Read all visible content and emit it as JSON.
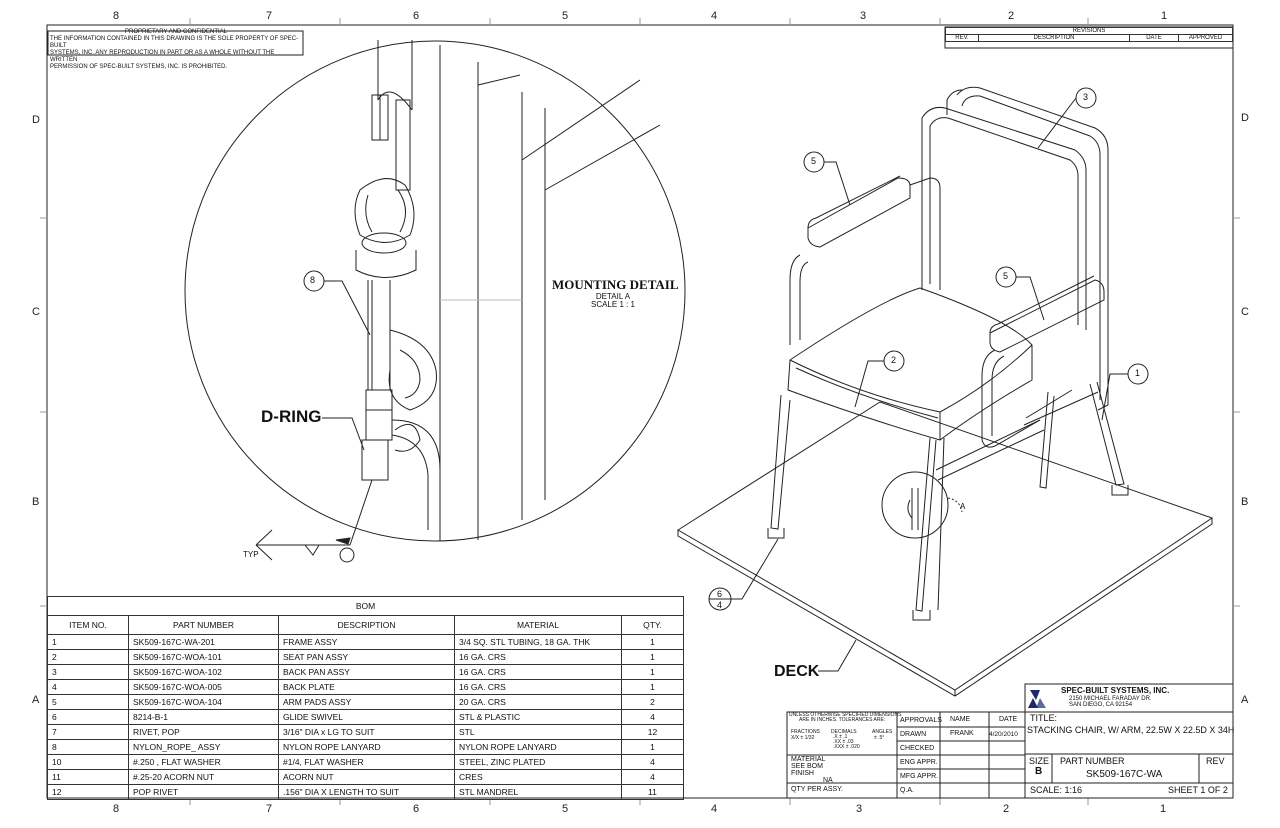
{
  "zones": {
    "top": [
      "8",
      "7",
      "6",
      "5",
      "4",
      "3",
      "2",
      "1"
    ],
    "bottom": [
      "8",
      "7",
      "6",
      "5",
      "4",
      "3",
      "2",
      "1"
    ],
    "left": [
      "D",
      "C",
      "B",
      "A"
    ],
    "right": [
      "D",
      "C",
      "B",
      "A"
    ]
  },
  "proprietary": {
    "title": "PROPRIETARY AND CONFIDENTIAL",
    "line1": "THE INFORMATION CONTAINED IN THIS DRAWING IS THE SOLE PROPERTY OF SPEC-BUILT",
    "line2": "SYSTEMS, INC.  ANY REPRODUCTION IN PART OR AS A WHOLE WITHOUT THE WRITTEN",
    "line3": "PERMISSION OF SPEC-BUILT SYSTEMS, INC. IS PROHIBITED."
  },
  "revisions": {
    "title": "REVISIONS",
    "headers": [
      "REV.",
      "DESCRIPTION",
      "DATE",
      "APPROVED"
    ]
  },
  "detail": {
    "title": "MOUNTING DETAIL",
    "name": "DETAIL A",
    "scale": "SCALE 1 : 1",
    "dring": "D-RING",
    "typ": "TYP",
    "balloon": "8",
    "detail_letter": "A"
  },
  "callouts": {
    "deck": "DECK",
    "b1": "1",
    "b2": "2",
    "b3": "3",
    "b5a": "5",
    "b5b": "5",
    "b6": "6",
    "b4": "4"
  },
  "bom": {
    "title": "BOM",
    "headers": [
      "ITEM NO.",
      "PART NUMBER",
      "DESCRIPTION",
      "MATERIAL",
      "QTY."
    ],
    "rows": [
      [
        "1",
        "SK509-167C-WA-201",
        "FRAME ASSY",
        "3/4 SQ. STL TUBING, 18 GA. THK",
        "1"
      ],
      [
        "2",
        "SK509-167C-WOA-101",
        "SEAT PAN ASSY",
        "16 GA. CRS",
        "1"
      ],
      [
        "3",
        "SK509-167C-WOA-102",
        "BACK PAN ASSY",
        "16 GA. CRS",
        "1"
      ],
      [
        "4",
        "SK509-167C-WOA-005",
        "BACK PLATE",
        "16 GA. CRS",
        "1"
      ],
      [
        "5",
        "SK509-167C-WOA-104",
        "ARM PADS ASSY",
        "20 GA. CRS",
        "2"
      ],
      [
        "6",
        "8214-B-1",
        "GLIDE SWIVEL",
        "STL & PLASTIC",
        "4"
      ],
      [
        "7",
        "RIVET, POP",
        "3/16\" DIA x LG TO SUIT",
        "STL",
        "12"
      ],
      [
        "8",
        "NYLON_ROPE_ ASSY",
        "NYLON ROPE LANYARD",
        "NYLON ROPE LANYARD",
        "1"
      ],
      [
        "10",
        "#.250 , FLAT WASHER",
        "#1/4, FLAT WASHER",
        "STEEL, ZINC PLATED",
        "4"
      ],
      [
        "11",
        "#.25-20 ACORN NUT",
        "ACORN NUT",
        "CRES",
        "4"
      ],
      [
        "12",
        "POP RIVET",
        ".156\" DIA X LENGTH TO SUIT",
        "STL MANDREL",
        "11"
      ]
    ]
  },
  "titleblock": {
    "company": "SPEC-BUILT SYSTEMS, INC.",
    "addr1": "2150 MICHAEL FARADAY DR.",
    "addr2": "SAN DIEGO, CA 92154",
    "tol1": "UNLESS OTHERWISE SPECIFIED DIMENSIONS",
    "tol2": "ARE IN INCHES.  TOLERANCES ARE:",
    "fractions": "FRACTIONS",
    "fractions_val": "X/X ± 1/32",
    "decimals": "DECIMALS",
    "dec1": ".X    ± .1",
    "dec2": ".XX  ± .03",
    "dec3": ".XXX ± .020",
    "angles": "ANGLES",
    "angles_val": "± .5°",
    "material": "MATERIAL",
    "see_bom": "SEE BOM",
    "finish": "FINISH",
    "finish_val": "NA",
    "qty": "QTY PER ASSY.",
    "approvals": "APPROVALS",
    "name": "NAME",
    "date": "DATE",
    "drawn": "DRAWN",
    "drawn_name": "FRANK",
    "drawn_date": "4/20/2010",
    "checked": "CHECKED",
    "eng": "ENG APPR.",
    "mfg": "MFG APPR.",
    "qa": "Q.A.",
    "title_label": "TITLE:",
    "title": "STACKING CHAIR, W/ ARM, 22.5W X 22.5D X 34H",
    "size_label": "SIZE",
    "size": "B",
    "pn_label": "PART NUMBER",
    "pn": "SK509-167C-WA",
    "rev_label": "REV",
    "scale": "SCALE: 1:16",
    "sheet": "SHEET 1 OF 2"
  }
}
